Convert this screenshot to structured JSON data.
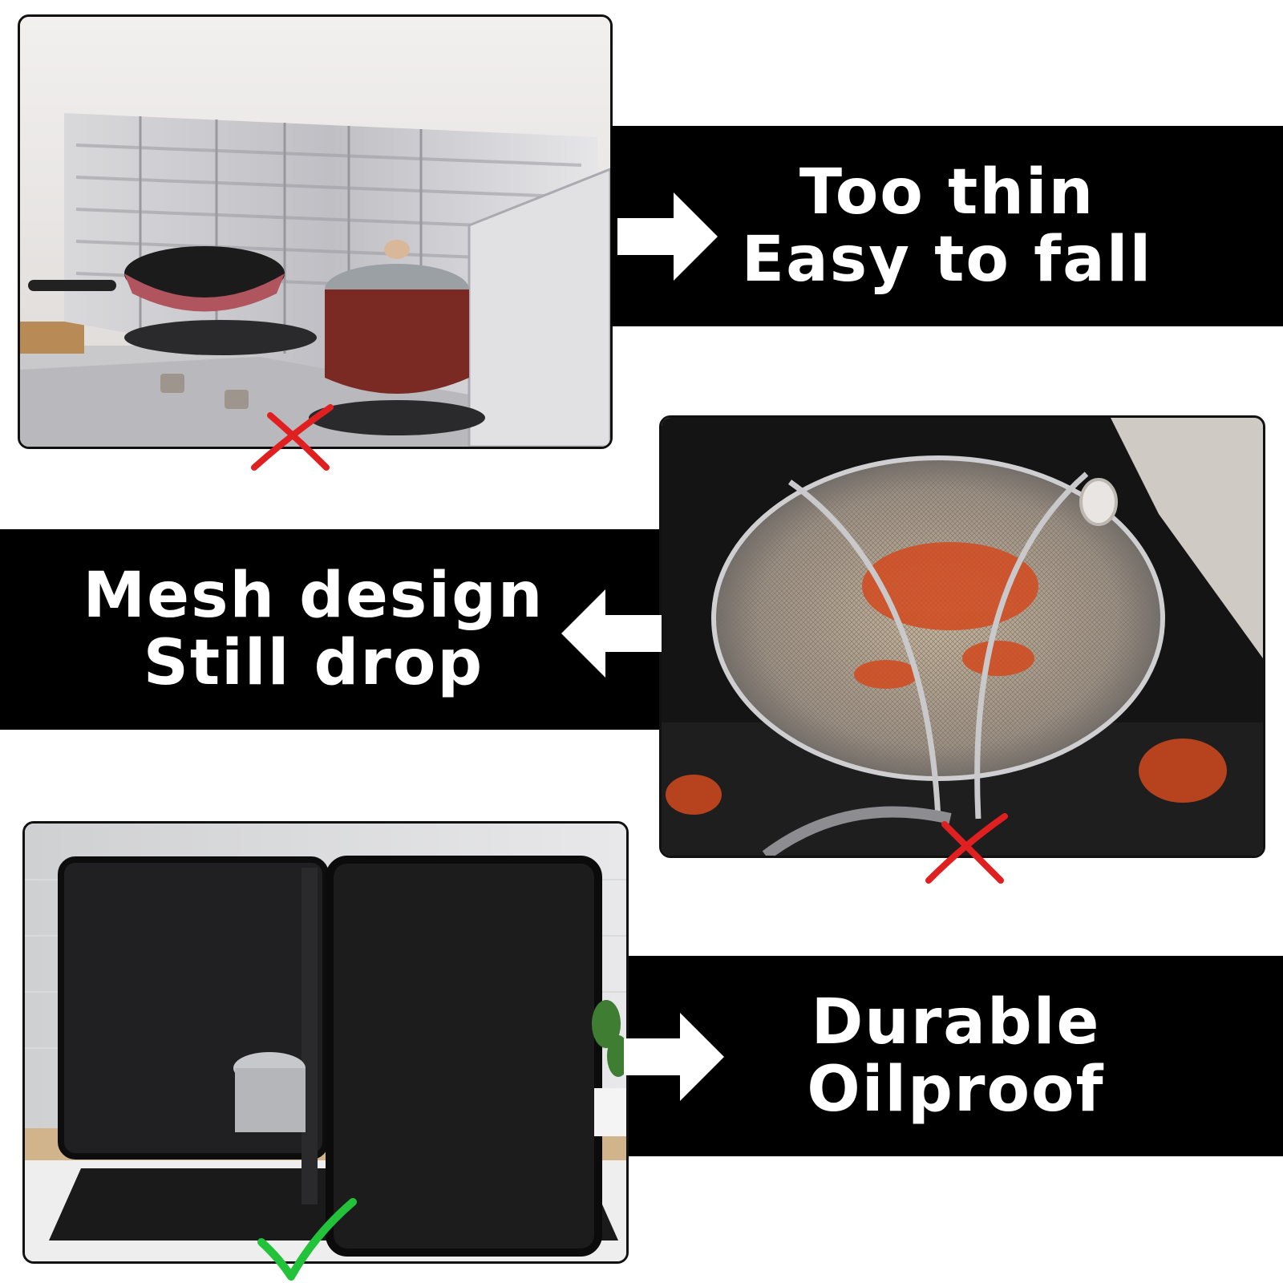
{
  "panels": [
    {
      "id": "foil",
      "line1": "Too thin",
      "line2": "Easy to fall",
      "verdict": "bad",
      "image": "aluminum-foil-stove-guard-photo"
    },
    {
      "id": "mesh",
      "line1": "Mesh design",
      "line2": "Still drop",
      "verdict": "bad",
      "image": "mesh-splatter-screen-photo"
    },
    {
      "id": "solid",
      "line1": "Durable",
      "line2": "Oilproof",
      "verdict": "good",
      "image": "black-splash-guard-photo"
    }
  ],
  "colors": {
    "band": "#000000",
    "text": "#ffffff",
    "cross": "#e02020",
    "check": "#22c23a"
  },
  "icons": {
    "arrow_right": "arrow-right-icon",
    "arrow_left": "arrow-left-icon",
    "cross": "cross-icon",
    "check": "check-icon"
  }
}
